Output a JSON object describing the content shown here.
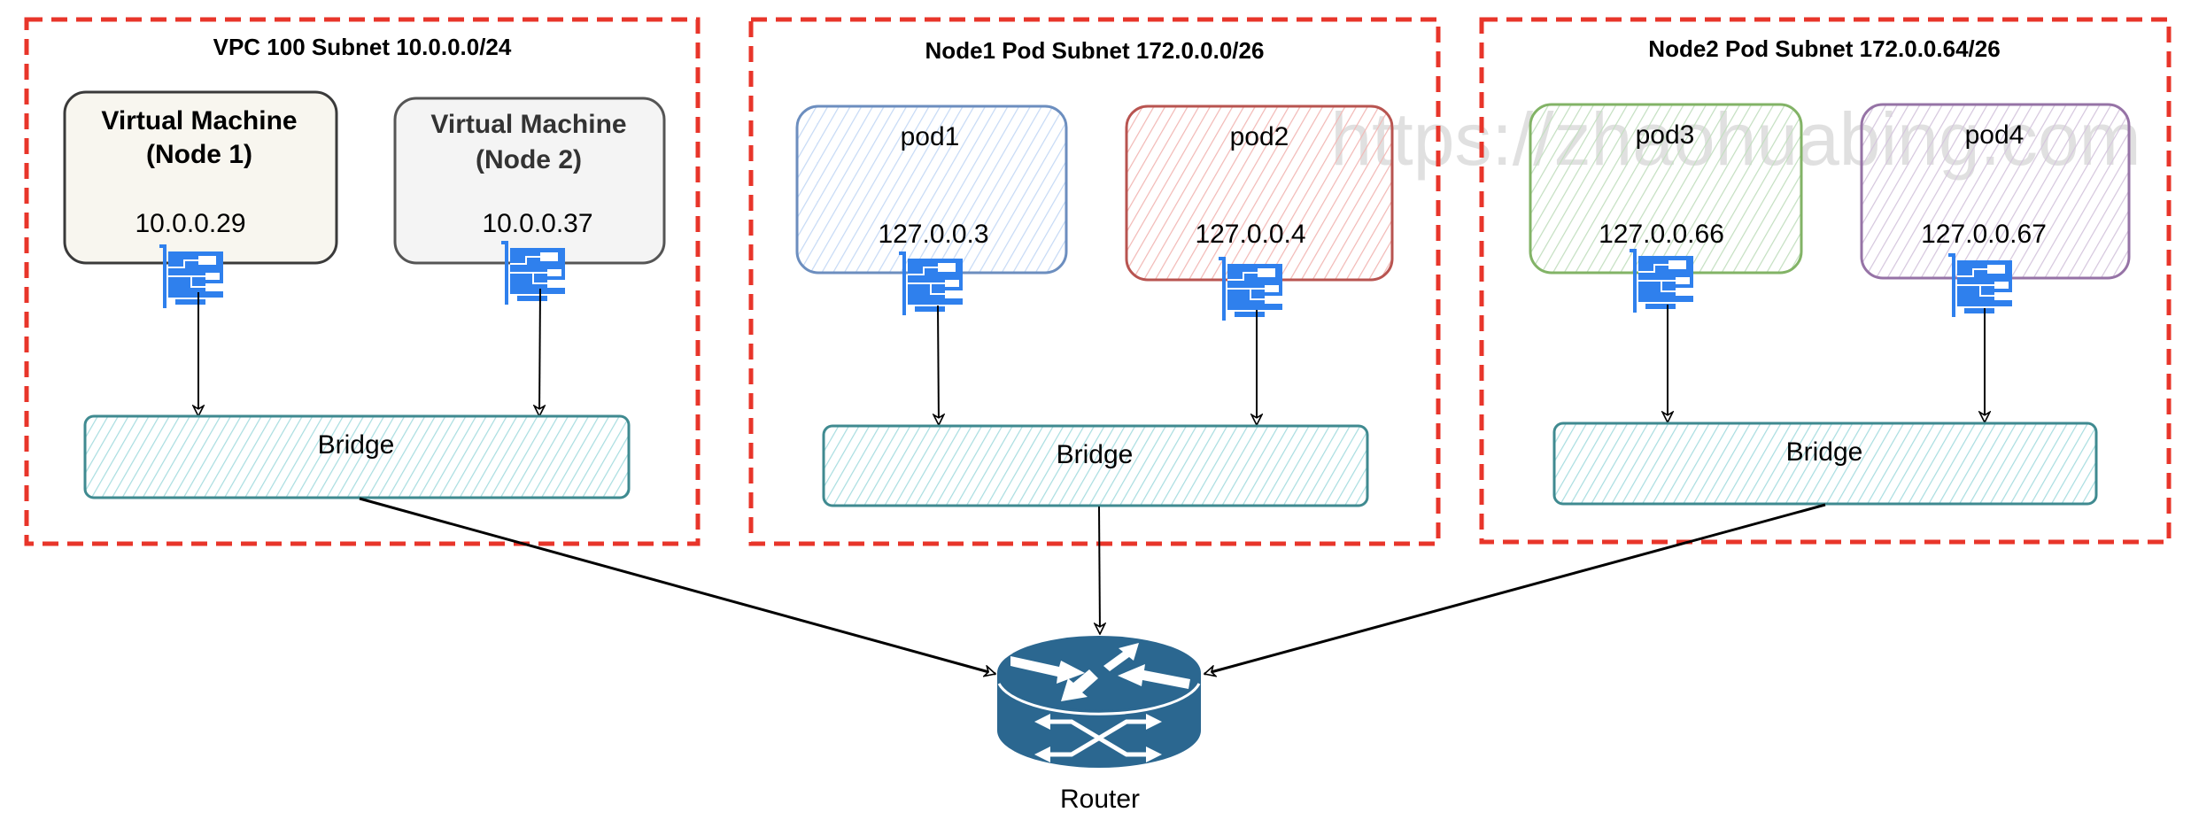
{
  "watermark": "https://zhaohuabing.com",
  "colors": {
    "subnet_border": "#e8352a",
    "vm1_fill": "#f8f6ef",
    "vm2_fill": "#f4f4f4",
    "vm_border": "#3a3a3a",
    "pod1": {
      "stroke": "#6c8ebf",
      "fill": "#dae8fc"
    },
    "pod2": {
      "stroke": "#b85450",
      "fill": "#f8cecc"
    },
    "pod3": {
      "stroke": "#82b366",
      "fill": "#d5e8d4"
    },
    "pod4": {
      "stroke": "#9673a6",
      "fill": "#e1d5e7"
    },
    "bridge": {
      "stroke": "#3f8a90",
      "fill": "#b0e3e6"
    },
    "nic": "#2f80ed",
    "router": "#2b6790"
  },
  "subnets": [
    {
      "title": "VPC 100 Subnet 10.0.0.0/24",
      "hosts": [
        {
          "name_line1": "Virtual Machine",
          "name_line2": "(Node 1)",
          "ip": "10.0.0.29"
        },
        {
          "name_line1": "Virtual Machine",
          "name_line2": "(Node 2)",
          "ip": "10.0.0.37"
        }
      ],
      "bridge": "Bridge"
    },
    {
      "title": "Node1 Pod Subnet 172.0.0.0/26",
      "hosts": [
        {
          "name": "pod1",
          "ip": "127.0.0.3"
        },
        {
          "name": "pod2",
          "ip": "127.0.0.4"
        }
      ],
      "bridge": "Bridge"
    },
    {
      "title": "Node2 Pod Subnet 172.0.0.64/26",
      "hosts": [
        {
          "name": "pod3",
          "ip": "127.0.0.66"
        },
        {
          "name": "pod4",
          "ip": "127.0.0.67"
        }
      ],
      "bridge": "Bridge"
    }
  ],
  "router": {
    "label": "Router"
  }
}
